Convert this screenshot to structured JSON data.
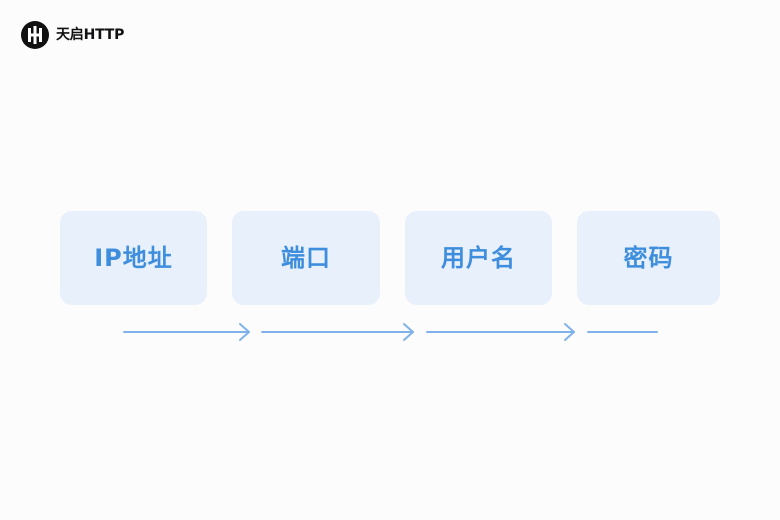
{
  "logo": {
    "text": "天启HTTP",
    "icon": "tianqi-logo-icon"
  },
  "steps": [
    {
      "label": "IP地址"
    },
    {
      "label": "端口"
    },
    {
      "label": "用户名"
    },
    {
      "label": "密码"
    }
  ],
  "colors": {
    "box_fill": "#e7f0fb",
    "box_text": "#3f8ede",
    "arrow": "#7eb2e8",
    "logo_text": "#111111"
  }
}
